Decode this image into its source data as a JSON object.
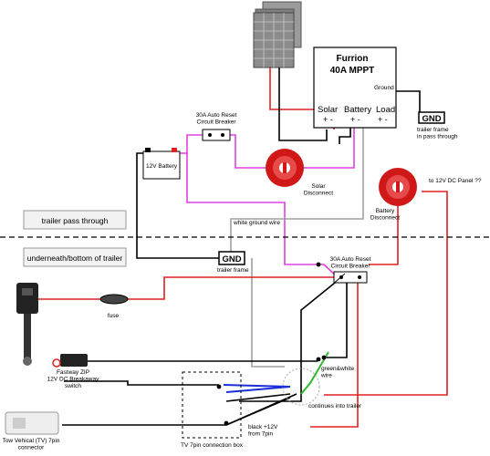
{
  "controller": {
    "title1": "Furrion",
    "title2": "40A MPPT",
    "solar_label": "Solar",
    "battery_label": "Battery",
    "load_label": "Load",
    "solar_terminals": "+  -",
    "battery_terminals": "+  -",
    "load_terminals": "+  -",
    "ground_label": "Ground"
  },
  "gnd_box_label": "GND",
  "trailer_frame_pass": "trailer frame\nin pass through",
  "breaker_top": "30A Auto Reset\nCircuit Breaker",
  "breaker_bottom": "30A Auto Reset\nCircuit Breaker",
  "battery_label": "12V Battery",
  "solar_disconnect": "Solar\nDisconnect",
  "battery_disconnect": "Battery\nDisconnect",
  "to_dc_panel": "to 12V DC Panel ??",
  "trailer_pass_through": "trailer pass through",
  "underneath": "underneath/bottom of trailer",
  "white_ground_wire": "white ground wire",
  "gnd_frame_label": "GND",
  "trailer_frame": "trailer frame",
  "fuse": "fuse",
  "breakaway": "Fastway ZIP\n12V DC Breakaway\nswitch",
  "green_white": "green&white\nwire",
  "continues": "continues into trailer",
  "black_12v": "black +12V\nfrom 7pin",
  "tow_vehicle": "Tow Vehical (TV) 7pin\nconnector",
  "connection_box": "TV 7pin connection box",
  "colors": {
    "red": "#e02020",
    "magenta": "#e040e0",
    "gray": "#a0a0a0",
    "blue": "#1a2fd8",
    "green": "#2fb830",
    "disconnect_red": "#d01818"
  }
}
